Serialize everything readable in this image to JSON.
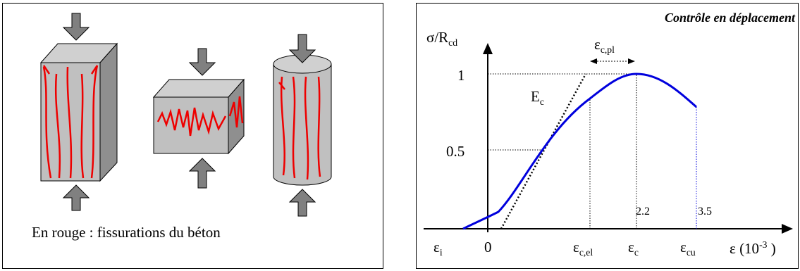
{
  "left": {
    "caption": "En rouge : fissurations du béton"
  },
  "right": {
    "title": "Contrôle en déplacement",
    "y_axis": {
      "symbol": "σ/R",
      "sub": "cd"
    },
    "x_axis": {
      "symbol": "ε (10",
      "sup": "-3",
      "close": " )"
    },
    "tick_1": "1",
    "tick_05": "0.5",
    "x_0": "0",
    "eps_i": {
      "symbol": "ε",
      "sub": "i"
    },
    "eps_cel": {
      "symbol": "ε",
      "sub": "c,el"
    },
    "eps_c": {
      "symbol": "ε",
      "sub": "c"
    },
    "eps_cu": {
      "symbol": "ε",
      "sub": "cu"
    },
    "eps_cpl": {
      "symbol": "ε",
      "sub": "c,pl"
    },
    "ec": {
      "symbol": "E",
      "sub": "c"
    },
    "val_22": "2.2",
    "val_35": "3.5"
  },
  "colors": {
    "curve": "#0000dd",
    "crack": "#ee0000",
    "arrow": "#808080",
    "solid_face": "#c0c0c0",
    "dark_face": "#909090"
  }
}
